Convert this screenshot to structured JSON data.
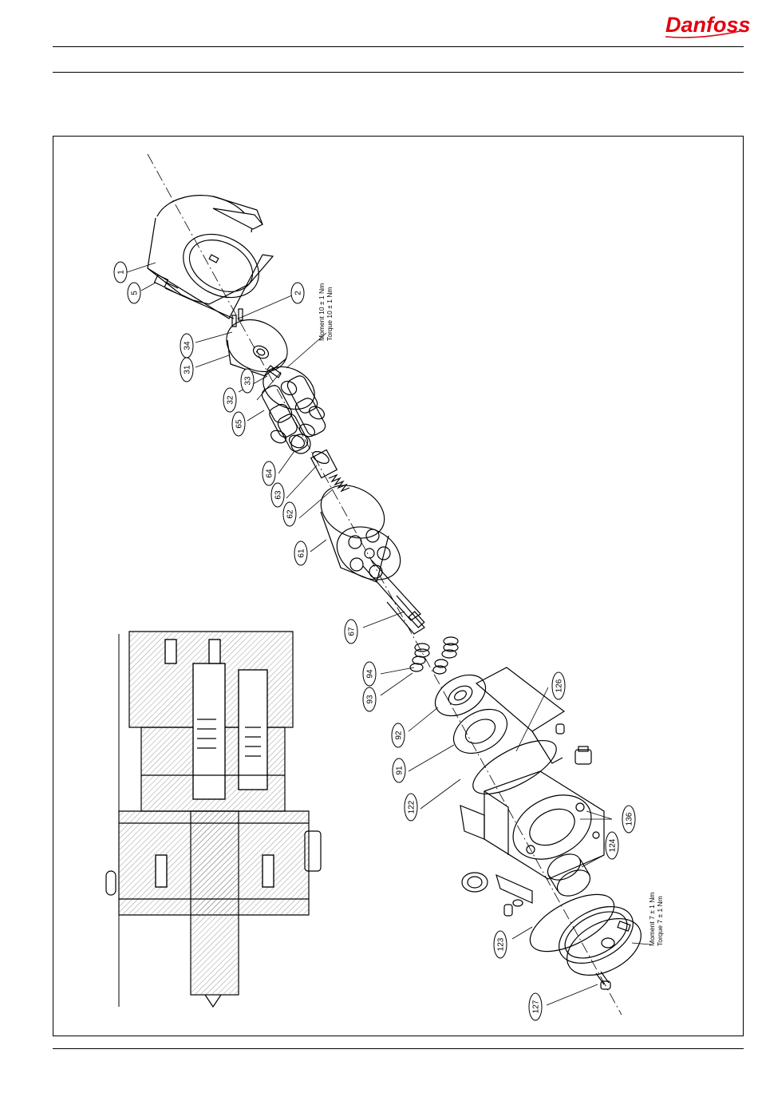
{
  "header": {
    "brand": "Danfoss",
    "brand_color": "#e2000f"
  },
  "drawing": {
    "callouts": [
      {
        "id": "c1",
        "label": "1"
      },
      {
        "id": "c5",
        "label": "5"
      },
      {
        "id": "c2",
        "label": "2"
      },
      {
        "id": "c34",
        "label": "34"
      },
      {
        "id": "c31",
        "label": "31"
      },
      {
        "id": "c32",
        "label": "32"
      },
      {
        "id": "c33",
        "label": "33"
      },
      {
        "id": "c65",
        "label": "65"
      },
      {
        "id": "c64",
        "label": "64"
      },
      {
        "id": "c63",
        "label": "63"
      },
      {
        "id": "c62",
        "label": "62"
      },
      {
        "id": "c61",
        "label": "61"
      },
      {
        "id": "c67",
        "label": "67"
      },
      {
        "id": "c94",
        "label": "94"
      },
      {
        "id": "c93",
        "label": "93"
      },
      {
        "id": "c92",
        "label": "92"
      },
      {
        "id": "c91",
        "label": "91"
      },
      {
        "id": "c122",
        "label": "122"
      },
      {
        "id": "c126",
        "label": "126"
      },
      {
        "id": "c136",
        "label": "136"
      },
      {
        "id": "c124",
        "label": "124"
      },
      {
        "id": "c123",
        "label": "123"
      },
      {
        "id": "c127",
        "label": "127"
      }
    ],
    "torque_notes": {
      "upper_line1": "Moment 10 ± 1 Nm",
      "upper_line2": "Torque 10 ± 1 Nm",
      "lower_line1": "Moment 7 ± 1 Nm",
      "lower_line2": "Torque 7 ± 1 Nm"
    }
  }
}
